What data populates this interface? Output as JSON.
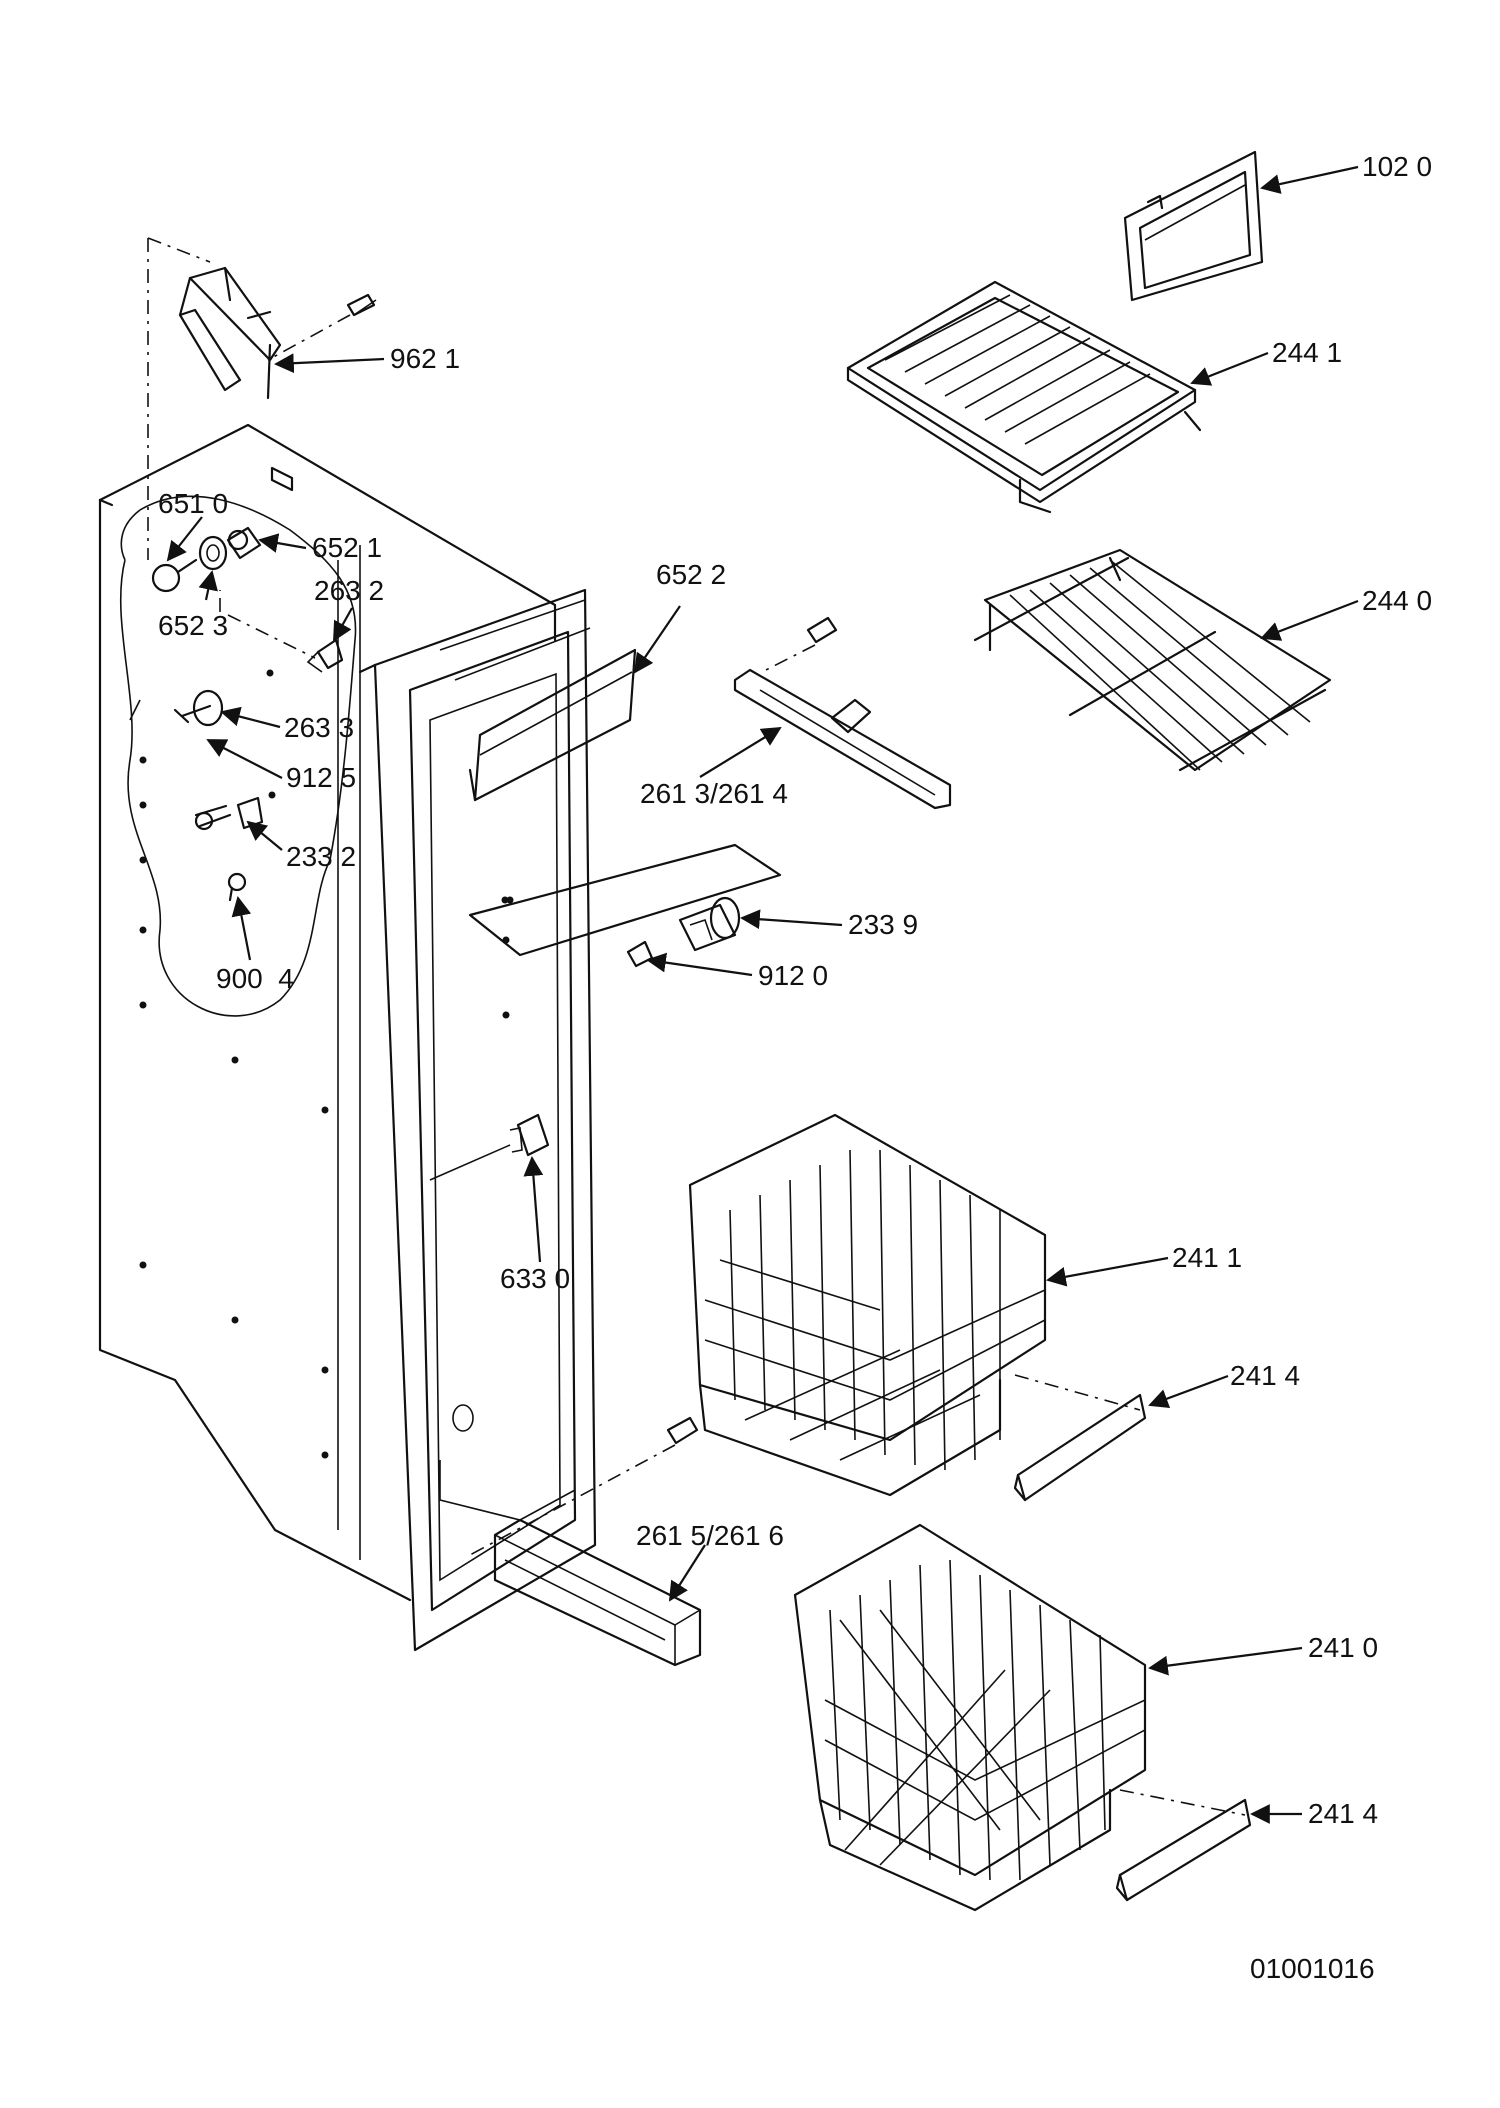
{
  "diagram": {
    "drawing_number": "01001016",
    "part_labels": {
      "p1020": "102 0",
      "p2441": "244 1",
      "p2440": "244 0",
      "p9621": "962 1",
      "p6510": "651 0",
      "p6521": "652 1",
      "p6523": "652 3",
      "p2632": "263 2",
      "p6522": "652 2",
      "p2633": "263 3",
      "p9125": "912 5",
      "p2332": "233 2",
      "p9004": "900  4",
      "p2613": "261 3/261 4",
      "p2339": "233 9",
      "p9120": "912 0",
      "p6330": "633 0",
      "p2411": "241 1",
      "p2414a": "241 4",
      "p2615": "261 5/261 6",
      "p2410": "241 0",
      "p2414b": "241 4"
    }
  }
}
